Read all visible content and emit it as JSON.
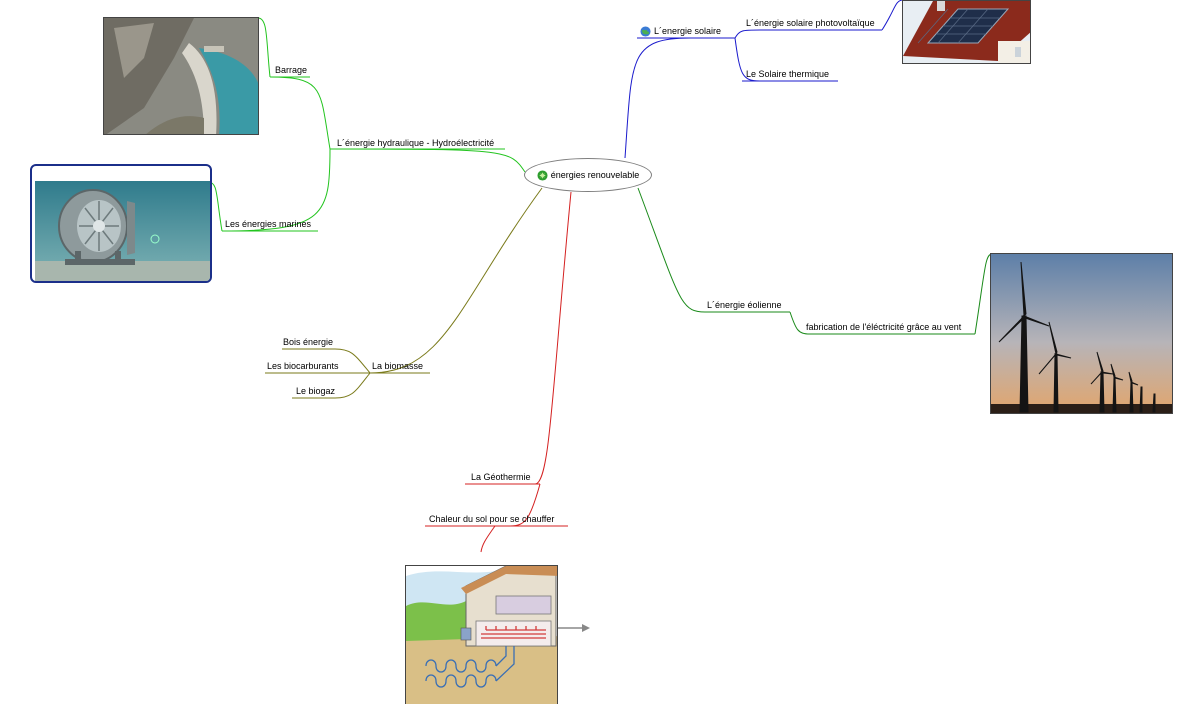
{
  "root": {
    "label": "énergies renouvelable",
    "icon": "leaf-icon"
  },
  "branches": {
    "hydraulique": {
      "label": "L´énergie hydraulique - Hydroélectricité",
      "color": "#22c41e",
      "children": [
        "Barrage",
        "Les énergies marines"
      ]
    },
    "solaire": {
      "label": "L´energie solaire",
      "icon": "globe-icon",
      "color": "#1a1acc",
      "children": [
        "L´énergie solaire photovoltaïque",
        "Le Solaire thermique"
      ]
    },
    "eolienne": {
      "label": "L´énergie éolienne",
      "color": "#1a8a1a",
      "children": [
        "fabrication de l'éléctricité grâce au vent"
      ]
    },
    "biomasse": {
      "label": "La biomasse",
      "color": "#7a7a1a",
      "children": [
        "Bois énergie",
        "Les biocarburants",
        "Le biogaz"
      ]
    },
    "geothermie": {
      "label": "La Géothermie",
      "color": "#d42020",
      "children": [
        "Chaleur du sol pour se chauffer"
      ]
    }
  },
  "images": {
    "dam": "dam-photo",
    "tidal_turbine": "tidal-turbine-photo",
    "solar_roof": "solar-roof-photo",
    "wind_turbines": "wind-turbines-photo",
    "geothermal_house": "geothermal-house-illustration"
  },
  "selection_color": "#1b2f8a"
}
